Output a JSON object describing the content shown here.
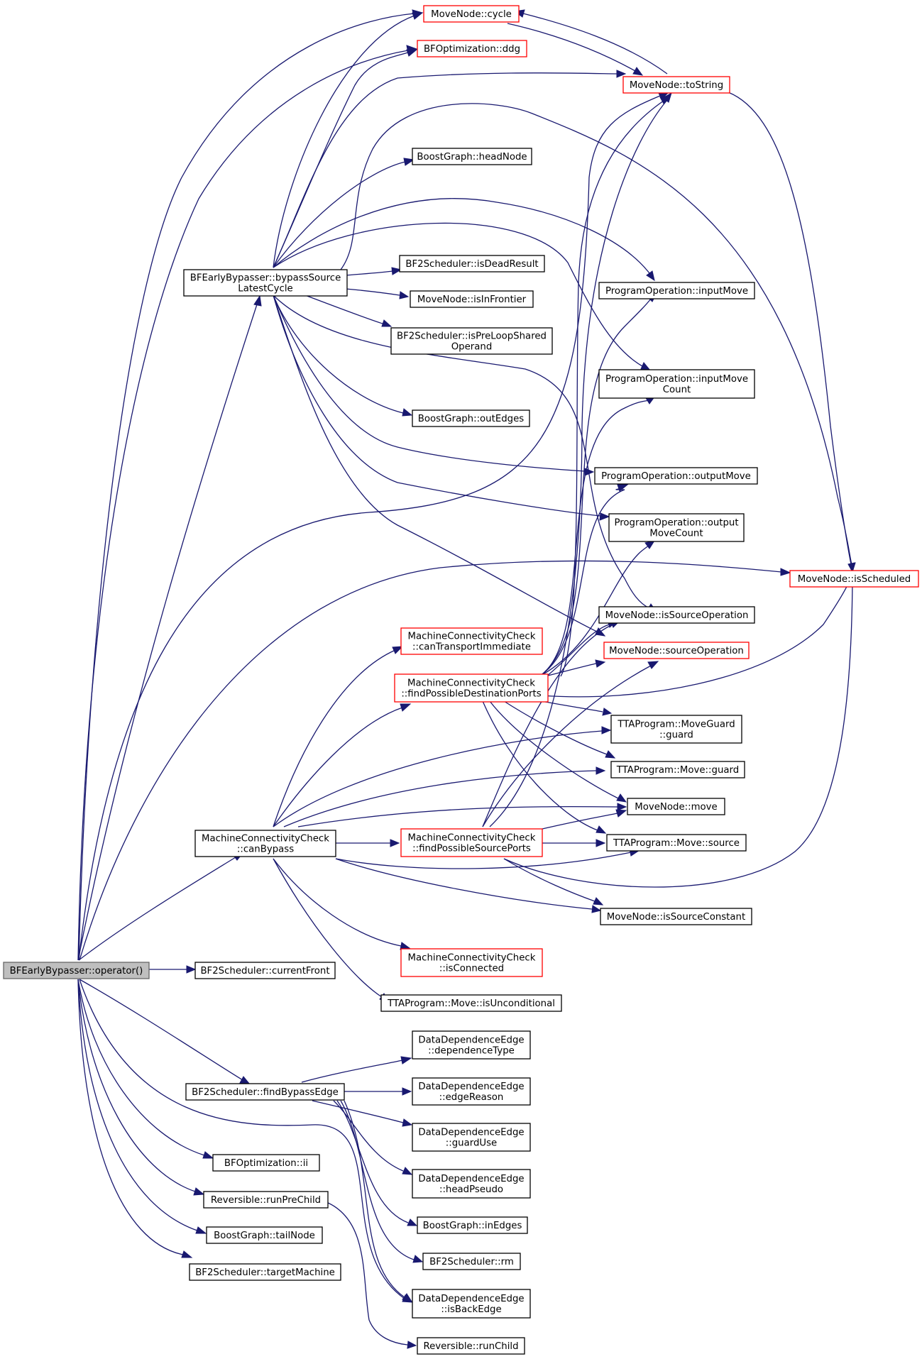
{
  "diagram": {
    "colors": {
      "edge": "#191970",
      "red_border": "#ff0000",
      "black_border": "#000000",
      "root_fill": "#bfbfbf",
      "root_border": "#666666"
    },
    "nodes": {
      "root": {
        "lines": [
          "BFEarlyBypasser::operator()"
        ],
        "style": "root"
      },
      "bypassSource": {
        "lines": [
          "BFEarlyBypasser::bypassSource",
          "LatestCycle"
        ],
        "style": "black"
      },
      "canBypass": {
        "lines": [
          "MachineConnectivityCheck",
          "::canBypass"
        ],
        "style": "black"
      },
      "currentFront": {
        "lines": [
          "BF2Scheduler::currentFront"
        ],
        "style": "black"
      },
      "findBypassEdge": {
        "lines": [
          "BF2Scheduler::findBypassEdge"
        ],
        "style": "black"
      },
      "bfoIi": {
        "lines": [
          "BFOptimization::ii"
        ],
        "style": "black"
      },
      "runPreChild": {
        "lines": [
          "Reversible::runPreChild"
        ],
        "style": "black"
      },
      "tailNode": {
        "lines": [
          "BoostGraph::tailNode"
        ],
        "style": "black"
      },
      "targetMachine": {
        "lines": [
          "BF2Scheduler::targetMachine"
        ],
        "style": "black"
      },
      "cycle": {
        "lines": [
          "MoveNode::cycle"
        ],
        "style": "red"
      },
      "ddg": {
        "lines": [
          "BFOptimization::ddg"
        ],
        "style": "red"
      },
      "toString": {
        "lines": [
          "MoveNode::toString"
        ],
        "style": "red"
      },
      "headNode": {
        "lines": [
          "BoostGraph::headNode"
        ],
        "style": "black"
      },
      "isDeadResult": {
        "lines": [
          "BF2Scheduler::isDeadResult"
        ],
        "style": "black"
      },
      "isInFrontier": {
        "lines": [
          "MoveNode::isInFrontier"
        ],
        "style": "black"
      },
      "isPreLoop": {
        "lines": [
          "BF2Scheduler::isPreLoopShared",
          "Operand"
        ],
        "style": "black"
      },
      "outEdges": {
        "lines": [
          "BoostGraph::outEdges"
        ],
        "style": "black"
      },
      "inputMove": {
        "lines": [
          "ProgramOperation::inputMove"
        ],
        "style": "black"
      },
      "inputMoveCount": {
        "lines": [
          "ProgramOperation::inputMove",
          "Count"
        ],
        "style": "black"
      },
      "outputMove": {
        "lines": [
          "ProgramOperation::outputMove"
        ],
        "style": "black"
      },
      "outputMoveCount": {
        "lines": [
          "ProgramOperation::output",
          "MoveCount"
        ],
        "style": "black"
      },
      "isScheduled": {
        "lines": [
          "MoveNode::isScheduled"
        ],
        "style": "red"
      },
      "isSourceOperation": {
        "lines": [
          "MoveNode::isSourceOperation"
        ],
        "style": "black"
      },
      "sourceOperation": {
        "lines": [
          "MoveNode::sourceOperation"
        ],
        "style": "red"
      },
      "canTransport": {
        "lines": [
          "MachineConnectivityCheck",
          "::canTransportImmediate"
        ],
        "style": "red"
      },
      "findDest": {
        "lines": [
          "MachineConnectivityCheck",
          "::findPossibleDestinationPorts"
        ],
        "style": "red"
      },
      "moveGuardGuard": {
        "lines": [
          "TTAProgram::MoveGuard",
          "::guard"
        ],
        "style": "black"
      },
      "moveGuard": {
        "lines": [
          "TTAProgram::Move::guard"
        ],
        "style": "black"
      },
      "mnMove": {
        "lines": [
          "MoveNode::move"
        ],
        "style": "black"
      },
      "findSrc": {
        "lines": [
          "MachineConnectivityCheck",
          "::findPossibleSourcePorts"
        ],
        "style": "red"
      },
      "moveSource": {
        "lines": [
          "TTAProgram::Move::source"
        ],
        "style": "black"
      },
      "isSourceConstant": {
        "lines": [
          "MoveNode::isSourceConstant"
        ],
        "style": "black"
      },
      "isConnected": {
        "lines": [
          "MachineConnectivityCheck",
          "::isConnected"
        ],
        "style": "red"
      },
      "isUnconditional": {
        "lines": [
          "TTAProgram::Move::isUnconditional"
        ],
        "style": "black"
      },
      "depType": {
        "lines": [
          "DataDependenceEdge",
          "::dependenceType"
        ],
        "style": "black"
      },
      "edgeReason": {
        "lines": [
          "DataDependenceEdge",
          "::edgeReason"
        ],
        "style": "black"
      },
      "guardUse": {
        "lines": [
          "DataDependenceEdge",
          "::guardUse"
        ],
        "style": "black"
      },
      "headPseudo": {
        "lines": [
          "DataDependenceEdge",
          "::headPseudo"
        ],
        "style": "black"
      },
      "inEdges": {
        "lines": [
          "BoostGraph::inEdges"
        ],
        "style": "black"
      },
      "rm": {
        "lines": [
          "BF2Scheduler::rm"
        ],
        "style": "black"
      },
      "isBackEdge": {
        "lines": [
          "DataDependenceEdge",
          "::isBackEdge"
        ],
        "style": "black"
      },
      "runChild": {
        "lines": [
          "Reversible::runChild"
        ],
        "style": "black"
      }
    }
  }
}
